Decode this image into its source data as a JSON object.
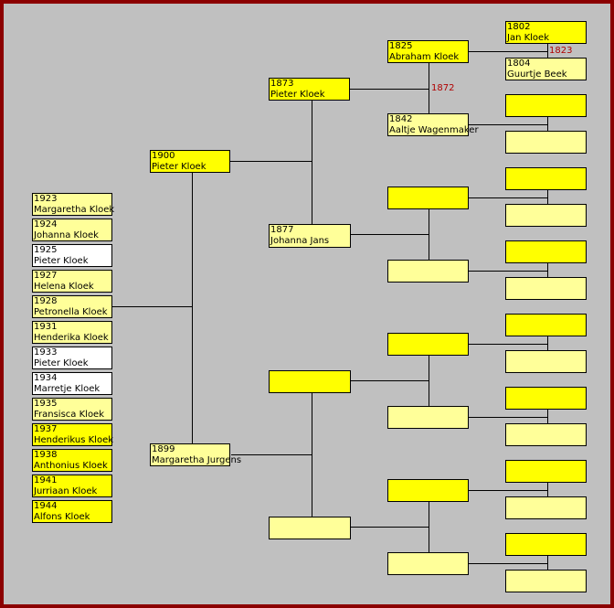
{
  "children": [
    {
      "year": "1923",
      "name": "Margaretha Kloek",
      "color": "#ffff99"
    },
    {
      "year": "1924",
      "name": "Johanna Kloek",
      "color": "#ffff99"
    },
    {
      "year": "1925",
      "name": "Pieter Kloek",
      "color": "#ffffff"
    },
    {
      "year": "1927",
      "name": "Helena Kloek",
      "color": "#ffff99"
    },
    {
      "year": "1928",
      "name": "Petronella Kloek",
      "color": "#ffff99"
    },
    {
      "year": "1931",
      "name": "Henderika Kloek",
      "color": "#ffff99"
    },
    {
      "year": "1933",
      "name": "Pieter Kloek",
      "color": "#ffffff"
    },
    {
      "year": "1934",
      "name": "Marretje Kloek",
      "color": "#ffffff"
    },
    {
      "year": "1935",
      "name": "Fransisca Kloek",
      "color": "#ffff99"
    },
    {
      "year": "1937",
      "name": "Henderikus Kloek",
      "color": "#ffff00"
    },
    {
      "year": "1938",
      "name": "Anthonius Kloek",
      "color": "#ffff00"
    },
    {
      "year": "1941",
      "name": "Jurriaan Kloek",
      "color": "#ffff00"
    },
    {
      "year": "1944",
      "name": "Alfons Kloek",
      "color": "#ffff00"
    }
  ],
  "parents": {
    "father": {
      "year": "1900",
      "name": "Pieter Kloek"
    },
    "mother": {
      "year": "1899",
      "name": "Margaretha Jurgens"
    }
  },
  "grandparents": {
    "paternal_grandfather": {
      "year": "1873",
      "name": "Pieter Kloek"
    },
    "paternal_grandmother": {
      "year": "1877",
      "name": "Johanna Jans"
    }
  },
  "great_grandparents": {
    "gg1": {
      "year": "1825",
      "name": "Abraham Kloek"
    },
    "gg2": {
      "year": "1842",
      "name": "Aaltje Wagenmaker"
    }
  },
  "great_great_grandparents": {
    "ggg1": {
      "year": "1802",
      "name": "Jan Kloek"
    },
    "ggg2": {
      "year": "1804",
      "name": "Guurtje Beek"
    }
  },
  "marriage_years": {
    "m_1823": "1823",
    "m_1872": "1872"
  },
  "colors": {
    "frame": "#8b0000",
    "background": "#c0c0c0",
    "known_yellow": "#ffff00",
    "light_yellow": "#ffff99",
    "white": "#ffffff",
    "marriage_year": "#b00000"
  }
}
